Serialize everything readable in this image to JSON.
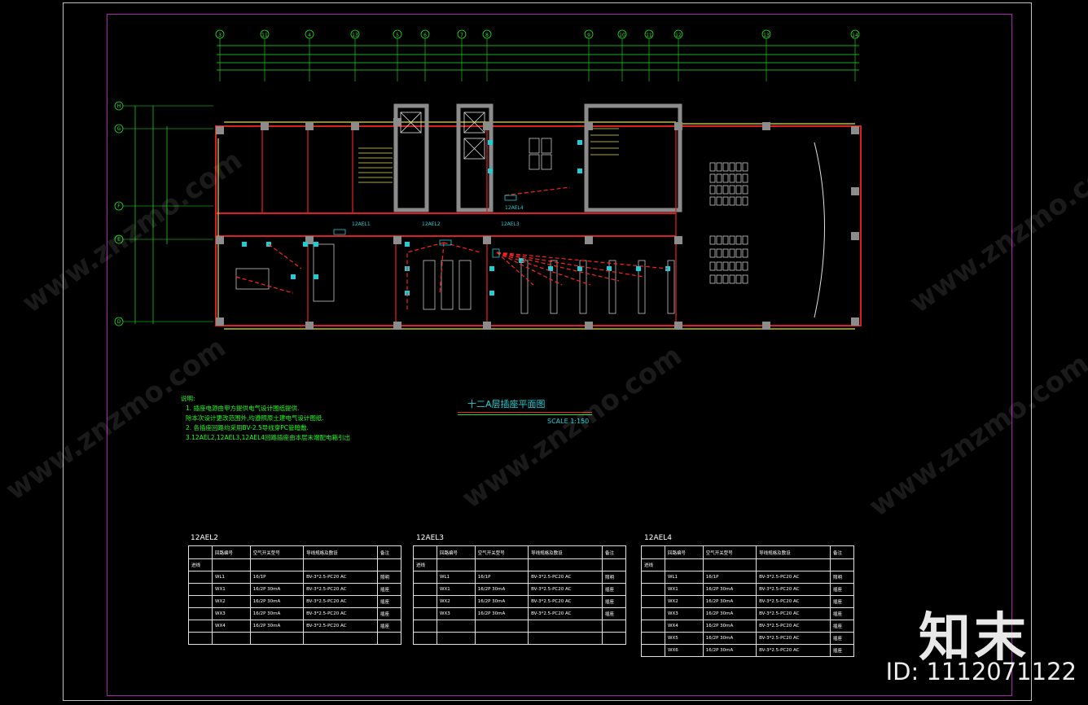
{
  "drawing": {
    "title": "十二A层插座平面图",
    "scale": "SCALE 1:150"
  },
  "notes": {
    "heading": "说明:",
    "lines": [
      "1. 插座电源由甲方提供电气设计图纸提供.",
      "   除本次设计更改范围外,均遵照原土建电气设计图纸.",
      "2. 各插座回路均采用BV-2.5导线穿PC管暗敷.",
      "3.12AEL2,12AEL3,12AEL4回路插座由本层末端配电箱引出"
    ]
  },
  "axes": {
    "top": [
      "3",
      "11",
      "4",
      "13",
      "5",
      "6",
      "7",
      "8",
      "9",
      "10",
      "11",
      "12",
      "13",
      "14"
    ],
    "left": [
      "H",
      "G",
      "F",
      "E",
      "D"
    ]
  },
  "schedules": [
    {
      "name": "12AEL2",
      "headers": [
        "",
        "回路编号",
        "空气开关型号",
        "导线规格及敷设",
        "备注"
      ],
      "rows": [
        [
          "进线",
          "",
          "",
          "",
          ""
        ],
        [
          "",
          "WL1",
          "16/1P",
          "BV-3*2.5-PC20 AC",
          "照明"
        ],
        [
          "",
          "WX1",
          "16/2P 30mA",
          "BV-3*2.5-PC20 AC",
          "插座"
        ],
        [
          "",
          "WX2",
          "16/2P 30mA",
          "BV-3*2.5-PC20 AC",
          "插座"
        ],
        [
          "",
          "WX3",
          "16/2P 30mA",
          "BV-3*2.5-PC20 AC",
          "插座"
        ],
        [
          "",
          "WX4",
          "16/2P 30mA",
          "BV-3*2.5-PC20 AC",
          "插座"
        ],
        [
          "",
          "",
          "",
          "",
          ""
        ]
      ]
    },
    {
      "name": "12AEL3",
      "headers": [
        "",
        "回路编号",
        "空气开关型号",
        "导线规格及敷设",
        "备注"
      ],
      "rows": [
        [
          "进线",
          "",
          "",
          "",
          ""
        ],
        [
          "",
          "WL1",
          "16/1P",
          "BV-3*2.5-PC20 AC",
          "照明"
        ],
        [
          "",
          "WX1",
          "16/2P 30mA",
          "BV-3*2.5-PC20 AC",
          "插座"
        ],
        [
          "",
          "WX2",
          "16/2P 30mA",
          "BV-3*2.5-PC20 AC",
          "插座"
        ],
        [
          "",
          "WX3",
          "16/2P 30mA",
          "BV-3*2.5-PC20 AC",
          "插座"
        ],
        [
          "",
          "",
          "",
          "",
          ""
        ],
        [
          "",
          "",
          "",
          "",
          ""
        ]
      ]
    },
    {
      "name": "12AEL4",
      "headers": [
        "",
        "回路编号",
        "空气开关型号",
        "导线规格及敷设",
        "备注"
      ],
      "rows": [
        [
          "进线",
          "",
          "",
          "",
          ""
        ],
        [
          "",
          "WL1",
          "16/1P",
          "BV-3*2.5-PC20 AC",
          "照明"
        ],
        [
          "",
          "WX1",
          "16/2P 30mA",
          "BV-3*2.5-PC20 AC",
          "插座"
        ],
        [
          "",
          "WX2",
          "16/2P 30mA",
          "BV-3*2.5-PC20 AC",
          "插座"
        ],
        [
          "",
          "WX3",
          "16/2P 30mA",
          "BV-3*2.5-PC20 AC",
          "插座"
        ],
        [
          "",
          "WX4",
          "16/2P 30mA",
          "BV-3*2.5-PC20 AC",
          "插座"
        ],
        [
          "",
          "WX5",
          "16/2P 30mA",
          "BV-3*2.5-PC20 AC",
          "插座"
        ],
        [
          "",
          "WX6",
          "16/2P 30mA",
          "BV-3*2.5-PC20 AC",
          "插座"
        ]
      ]
    }
  ],
  "panel_labels": [
    "12AEL1",
    "12AEL2",
    "12AEL3",
    "12AEL4"
  ],
  "watermark": "www.znzmo.com",
  "brand": {
    "name": "知末",
    "id": "ID: 1112071122"
  },
  "colors": {
    "wall": "#d91f1f",
    "column": "#8c8c8c",
    "glass": "#e8e020",
    "dim": "#1ee61e",
    "circuit": "#ff2020",
    "annotation": "#19d0d8",
    "frame": "#b21bb2"
  }
}
